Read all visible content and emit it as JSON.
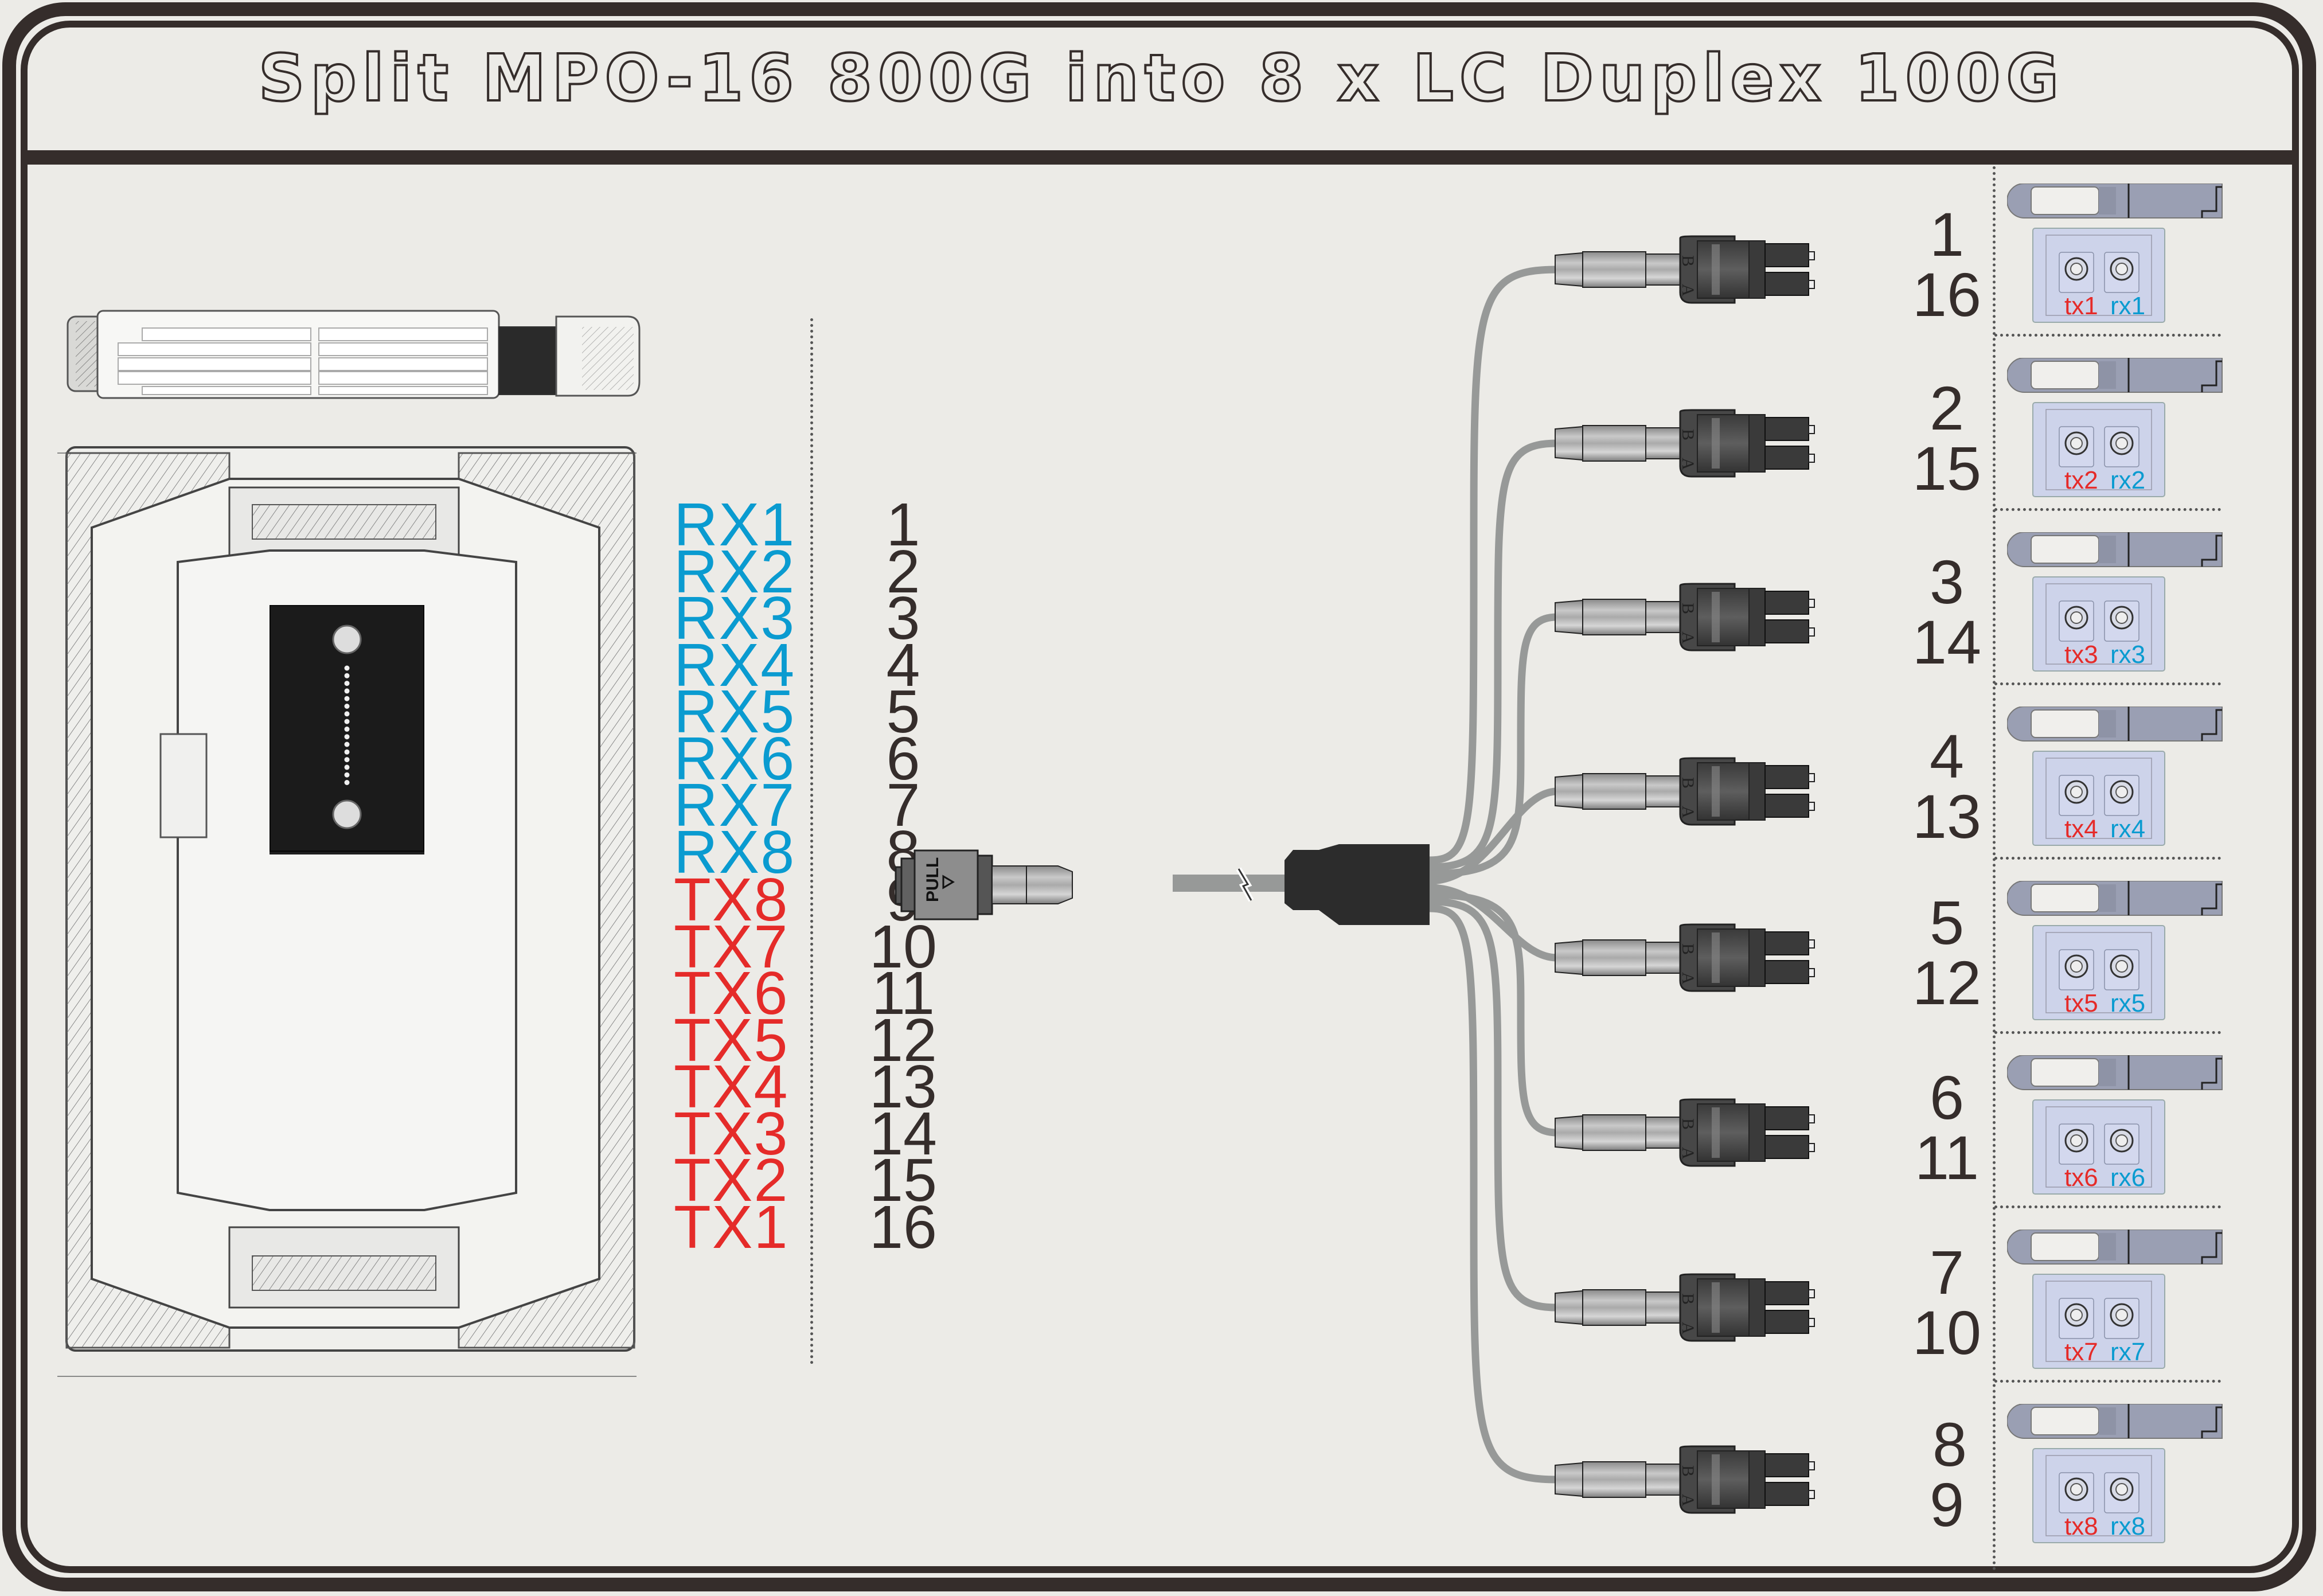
{
  "title": "Split MPO-16 800G into 8 x LC Duplex 100G",
  "colors": {
    "frame": "#352D2B",
    "background": "#ECEBE7",
    "rx": "#0A9BD0",
    "tx": "#E52B29",
    "cable": "#979998",
    "connector_body": "#2C2C2C",
    "transceiver": "#9A9FB3",
    "transceiver_face": "#CDD3EA"
  },
  "mpo_pinout": [
    {
      "label": "RX1",
      "type": "rx",
      "fiber": "1"
    },
    {
      "label": "RX2",
      "type": "rx",
      "fiber": "2"
    },
    {
      "label": "RX3",
      "type": "rx",
      "fiber": "3"
    },
    {
      "label": "RX4",
      "type": "rx",
      "fiber": "4"
    },
    {
      "label": "RX5",
      "type": "rx",
      "fiber": "5"
    },
    {
      "label": "RX6",
      "type": "rx",
      "fiber": "6"
    },
    {
      "label": "RX7",
      "type": "rx",
      "fiber": "7"
    },
    {
      "label": "RX8",
      "type": "rx",
      "fiber": "8"
    },
    {
      "label": "TX8",
      "type": "tx",
      "fiber": "9"
    },
    {
      "label": "TX7",
      "type": "tx",
      "fiber": "10"
    },
    {
      "label": "TX6",
      "type": "tx",
      "fiber": "11"
    },
    {
      "label": "TX5",
      "type": "tx",
      "fiber": "12"
    },
    {
      "label": "TX4",
      "type": "tx",
      "fiber": "13"
    },
    {
      "label": "TX3",
      "type": "tx",
      "fiber": "14"
    },
    {
      "label": "TX2",
      "type": "tx",
      "fiber": "15"
    },
    {
      "label": "TX1",
      "type": "tx",
      "fiber": "16"
    }
  ],
  "mpo_connector": {
    "latch_text": "PULL",
    "icon": "triangle-arrow-icon"
  },
  "lc_connectors": [
    {
      "top_fiber": "1",
      "bottom_fiber": "16",
      "latch_b": "B",
      "latch_a": "A"
    },
    {
      "top_fiber": "2",
      "bottom_fiber": "15",
      "latch_b": "B",
      "latch_a": "A"
    },
    {
      "top_fiber": "3",
      "bottom_fiber": "14",
      "latch_b": "B",
      "latch_a": "A"
    },
    {
      "top_fiber": "4",
      "bottom_fiber": "13",
      "latch_b": "B",
      "latch_a": "A"
    },
    {
      "top_fiber": "5",
      "bottom_fiber": "12",
      "latch_b": "B",
      "latch_a": "A"
    },
    {
      "top_fiber": "6",
      "bottom_fiber": "11",
      "latch_b": "B",
      "latch_a": "A"
    },
    {
      "top_fiber": "7",
      "bottom_fiber": "10",
      "latch_b": "B",
      "latch_a": "A"
    },
    {
      "top_fiber": "8",
      "bottom_fiber": "9",
      "latch_b": "B",
      "latch_a": "A"
    }
  ],
  "transceivers": [
    {
      "tx": "tx1",
      "rx": "rx1"
    },
    {
      "tx": "tx2",
      "rx": "rx2"
    },
    {
      "tx": "tx3",
      "rx": "rx3"
    },
    {
      "tx": "tx4",
      "rx": "rx4"
    },
    {
      "tx": "tx5",
      "rx": "rx5"
    },
    {
      "tx": "tx6",
      "rx": "rx6"
    },
    {
      "tx": "tx7",
      "rx": "rx7"
    },
    {
      "tx": "tx8",
      "rx": "rx8"
    }
  ]
}
